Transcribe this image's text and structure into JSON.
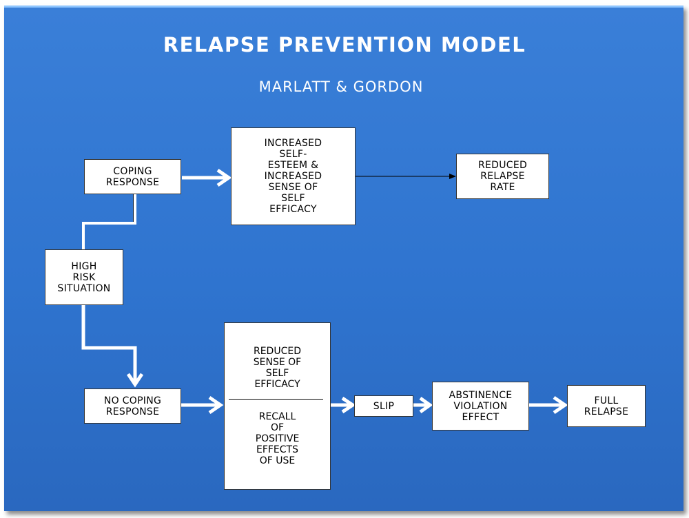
{
  "title": "RELAPSE PREVENTION MODEL",
  "subtitle": "MARLATT & GORDON",
  "nodes": {
    "high_risk": "HIGH\nRISK\nSITUATION",
    "coping": "COPING\nRESPONSE",
    "increased_esteem": "INCREASED\nSELF-\nESTEEM &\nINCREASED\nSENSE OF\nSELF\nEFFICACY",
    "reduced_relapse": "REDUCED\nRELAPSE\nRATE",
    "no_coping": "NO COPING\nRESPONSE",
    "reduced_efficacy": "REDUCED\nSENSE OF\nSELF\nEFFICACY",
    "recall_positive": "RECALL\nOF\nPOSITIVE\nEFFECTS\nOF USE",
    "slip": "SLIP",
    "abstinence_violation": "ABSTINENCE\nVIOLATION\nEFFECT",
    "full_relapse": "FULL\nRELAPSE"
  },
  "colors": {
    "background": "#3a7fd8",
    "box_fill": "#ffffff",
    "arrow": "#ffffff",
    "thin_arrow": "#000000"
  }
}
